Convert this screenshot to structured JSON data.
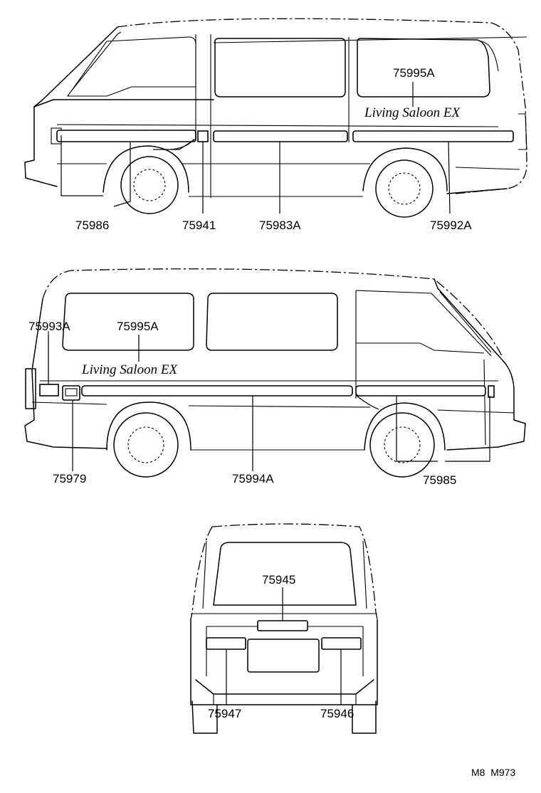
{
  "views": {
    "right_side": {
      "badge": "Living Saloon EX",
      "labels": {
        "l1": "75995A",
        "l2": "75986",
        "l3": "75941",
        "l4": "75983A",
        "l5": "75992A"
      }
    },
    "left_side": {
      "badge": "Living Saloon EX",
      "labels": {
        "l1": "75993A",
        "l2": "75995A",
        "l3": "75979",
        "l4": "75994A",
        "l5": "75985"
      }
    },
    "rear": {
      "labels": {
        "l1": "75945",
        "l2": "75947",
        "l3": "75946"
      }
    }
  },
  "footer": {
    "code": "M8  M973"
  }
}
